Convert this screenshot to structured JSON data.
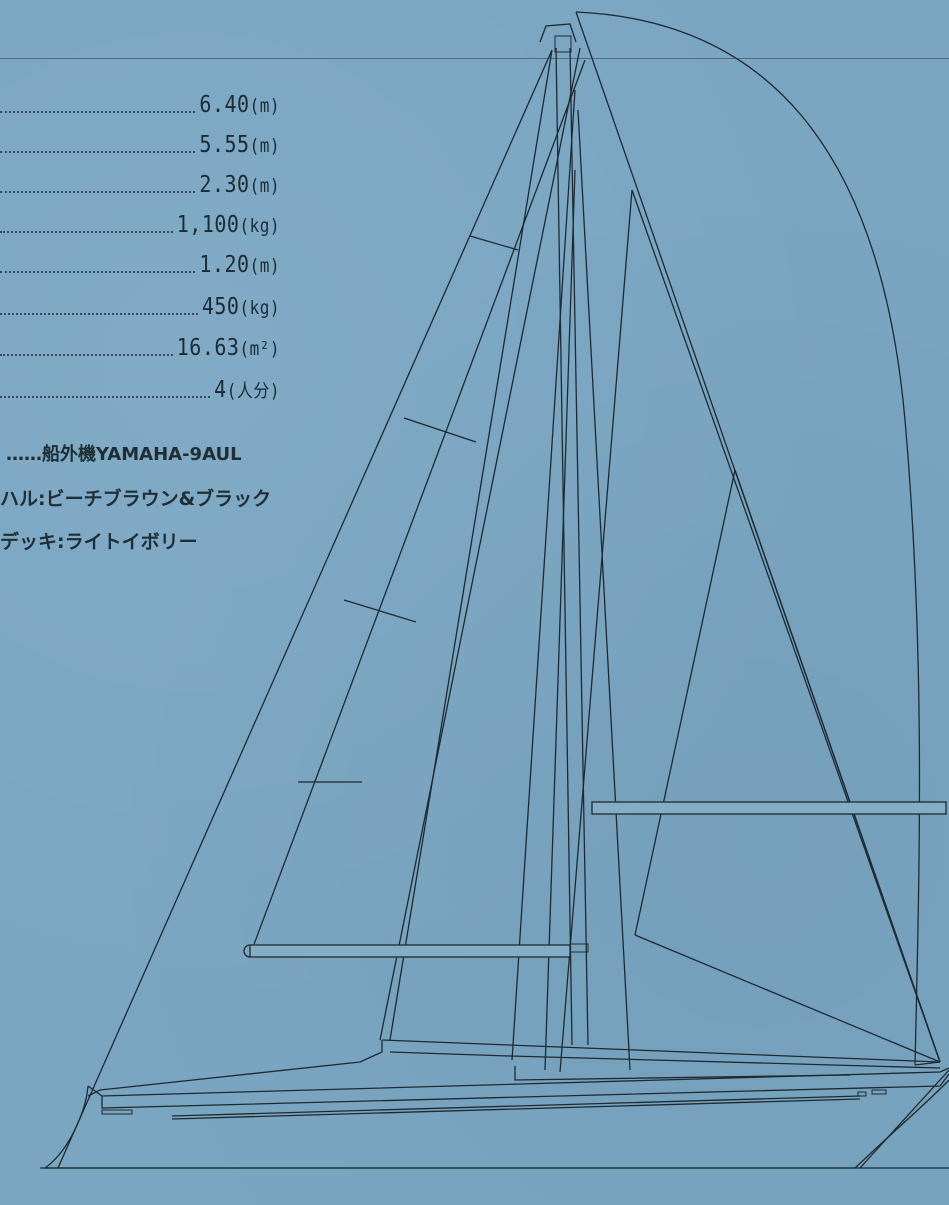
{
  "specs": [
    {
      "value": "6.40",
      "unit": "(m)"
    },
    {
      "value": "5.55",
      "unit": "(m)"
    },
    {
      "value": "2.30",
      "unit": "(m)"
    },
    {
      "value": "1,100",
      "unit": "(kg)"
    },
    {
      "value": "1.20",
      "unit": "(m)"
    },
    {
      "value": "450",
      "unit": "(kg)"
    },
    {
      "value": "16.63",
      "unit": "(m²)"
    },
    {
      "value": "4",
      "unit": "(人分)"
    }
  ],
  "engine": "……船外機YAMAHA-9AUL",
  "hull_color": "ハル:ビーチブラウン&ブラック",
  "deck_color": "デッキ:ライトイボリー",
  "colors": {
    "background": "#7aa6c2",
    "line": "#1e2a31"
  }
}
